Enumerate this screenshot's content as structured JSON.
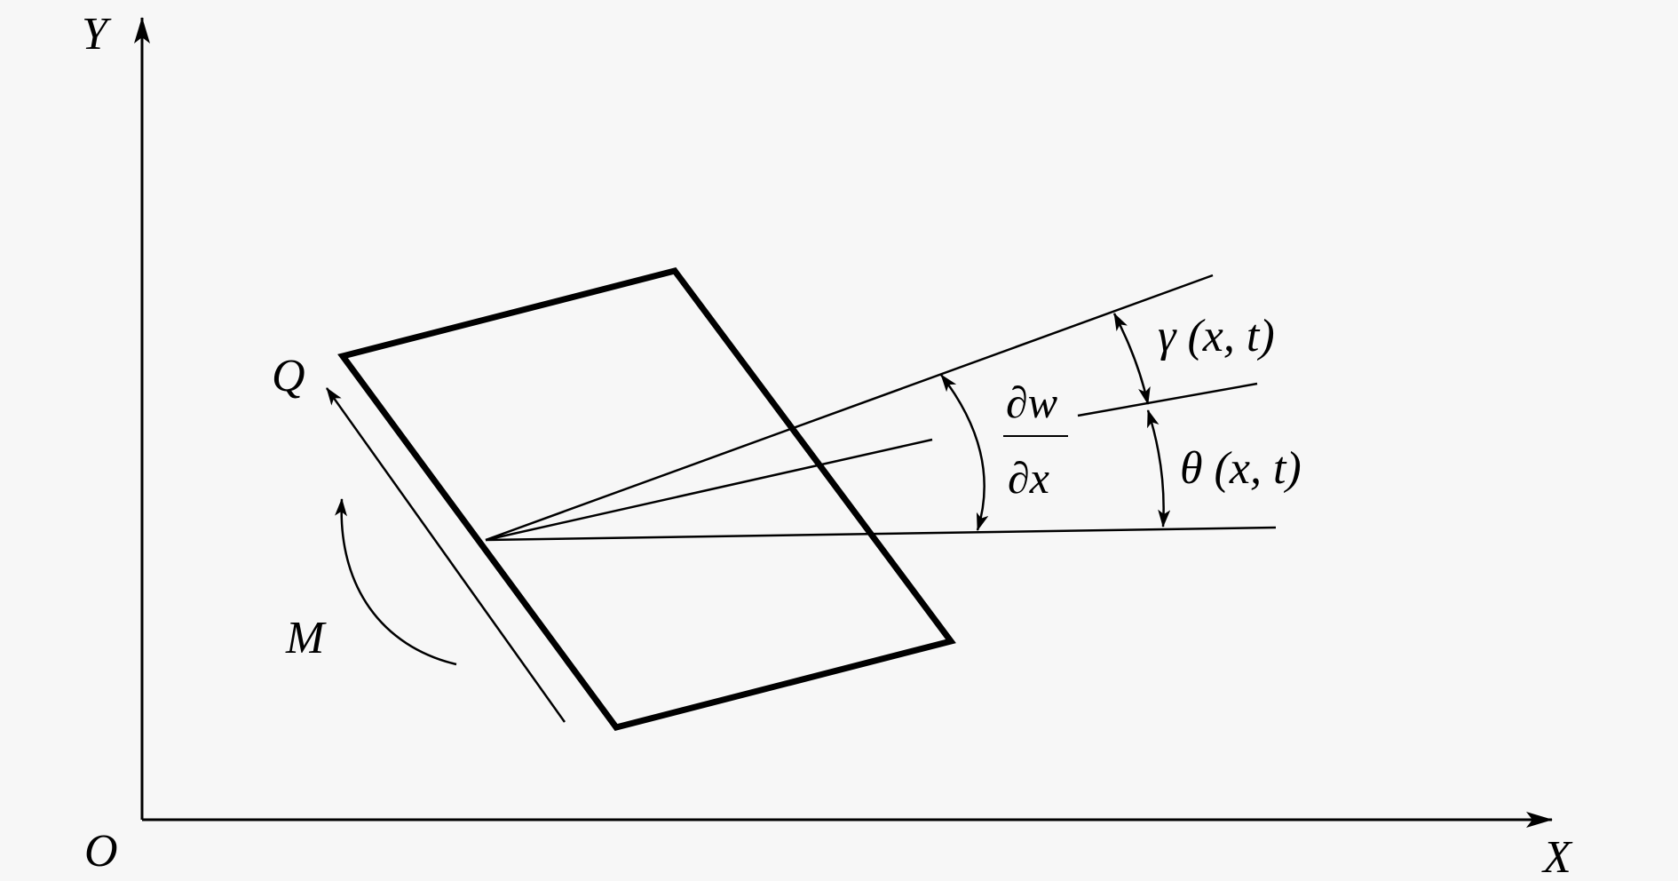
{
  "colors": {
    "background": "#f7f7f7",
    "ink": "#000000"
  },
  "labels": {
    "y_axis": "Y",
    "x_axis": "X",
    "origin": "O",
    "shear_force": "Q",
    "moment": "M",
    "slope_numerator": "∂w",
    "slope_denominator": "∂x",
    "shear_angle": "γ (x, t)",
    "rotation_angle": "θ (x, t)"
  }
}
